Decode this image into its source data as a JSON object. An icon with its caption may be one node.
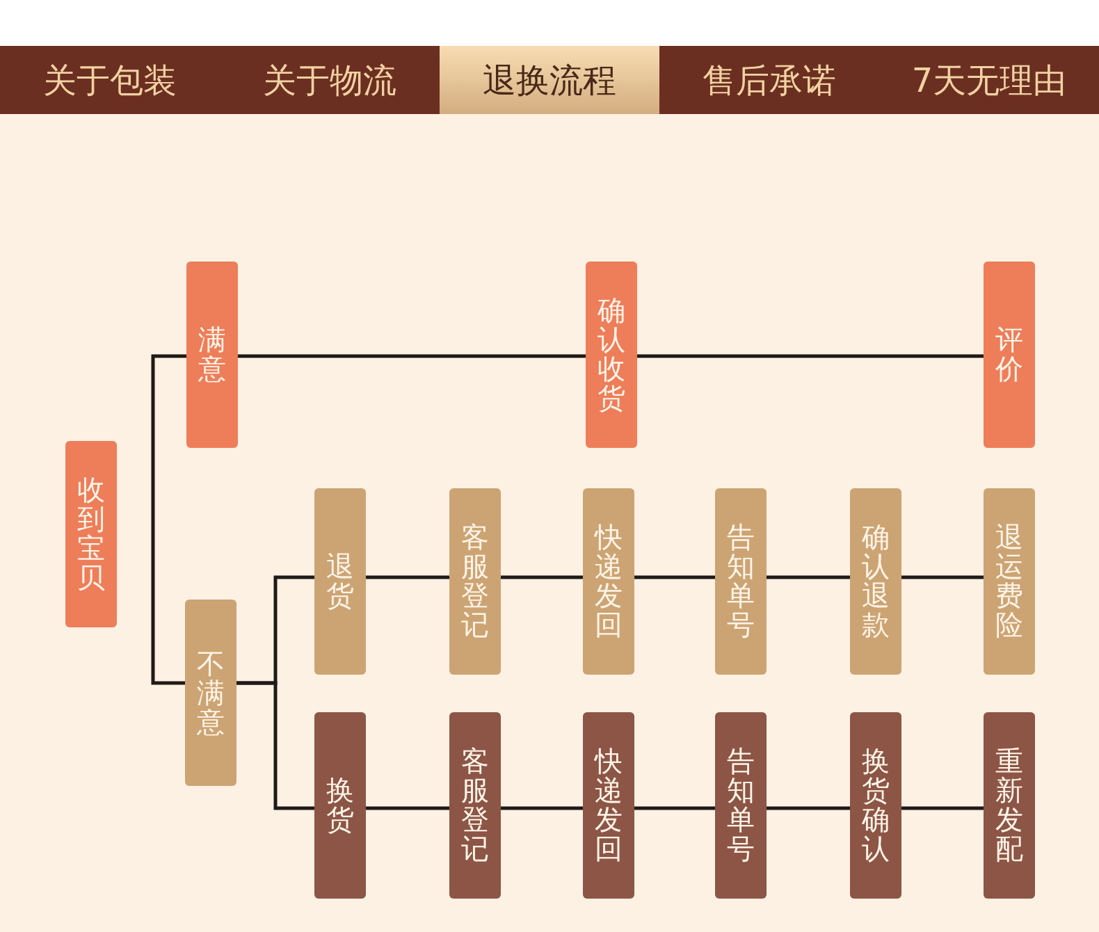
{
  "diagram": {
    "nodes": [
      {
        "text": [
          "收到宝贝"
        ]
      },
      {
        "text": [
          "满意"
        ]
      },
      {
        "text": [
          "确认收货"
        ]
      },
      {
        "text": [
          "评价"
        ]
      },
      {
        "text": [
          "不满意"
        ]
      },
      {
        "text": [
          "退货"
        ]
      },
      {
        "text": [
          "客服登记"
        ]
      },
      {
        "text": [
          "快递发回"
        ]
      },
      {
        "text": [
          "告知单号"
        ]
      },
      {
        "text": [
          "确认退款"
        ]
      },
      {
        "text": [
          "退运费险"
        ]
      },
      {
        "text": [
          "换货"
        ]
      },
      {
        "text": [
          "客服登记"
        ]
      },
      {
        "text": [
          "快递发回"
        ]
      },
      {
        "text": [
          "告知单号"
        ]
      },
      {
        "text": [
          "换货确认"
        ]
      },
      {
        "text": [
          "重新发配"
        ]
      }
    ],
    "edges": [
      {
        "from": 1,
        "to": 4,
        "arrow": "none"
      },
      {
        "from": 1,
        "to": 2,
        "arrow": "none"
      },
      {
        "from": 2,
        "to": 3,
        "arrow": "none"
      },
      {
        "from": 4,
        "to": 5,
        "arrow": "none"
      },
      {
        "from": 4,
        "to": 11,
        "arrow": "none"
      },
      {
        "from": 5,
        "to": 6,
        "arrow": "none"
      },
      {
        "from": 6,
        "to": 7,
        "arrow": "none"
      },
      {
        "from": 7,
        "to": 8,
        "arrow": "none"
      },
      {
        "from": 8,
        "to": 9,
        "arrow": "none"
      },
      {
        "from": 9,
        "to": 10,
        "arrow": "none"
      },
      {
        "from": 11,
        "to": 12,
        "arrow": "none"
      },
      {
        "from": 12,
        "to": 13,
        "arrow": "none"
      },
      {
        "from": 13,
        "to": 14,
        "arrow": "none"
      },
      {
        "from": 14,
        "to": 15,
        "arrow": "none"
      },
      {
        "from": 15,
        "to": 16,
        "arrow": "none"
      }
    ],
    "labels": [
      "关于包装",
      "关于物流",
      "退换流程",
      "售后承诺",
      "7天无理由"
    ]
  }
}
